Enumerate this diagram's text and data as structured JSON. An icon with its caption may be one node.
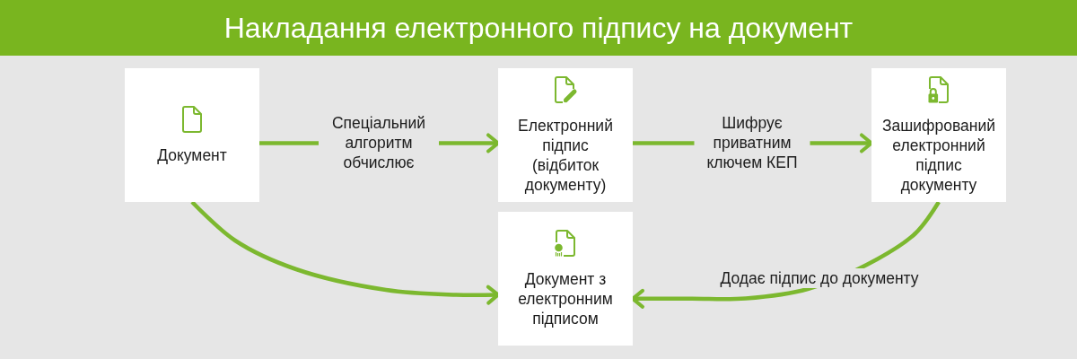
{
  "diagram": {
    "title": "Накладання електронного підпису на документ",
    "nodes": [
      {
        "text": [
          "Документ"
        ]
      },
      {
        "text": [
          "Електронний підпис (відбиток документу)"
        ]
      },
      {
        "text": [
          "Зашифрований електронний підпис документу"
        ]
      },
      {
        "text": [
          "Документ з електронним підписом"
        ]
      }
    ],
    "edges": [
      {
        "from": 0,
        "to": 1,
        "arrow": "to",
        "label": "Спеціальний алгоритм обчислює"
      },
      {
        "from": 1,
        "to": 2,
        "arrow": "to",
        "label": "Шифрує приватним ключем КЕП"
      },
      {
        "from": 0,
        "to": 3,
        "arrow": "to"
      },
      {
        "from": 2,
        "to": 3,
        "arrow": "to",
        "label": "Додає підпис до документу"
      }
    ]
  }
}
